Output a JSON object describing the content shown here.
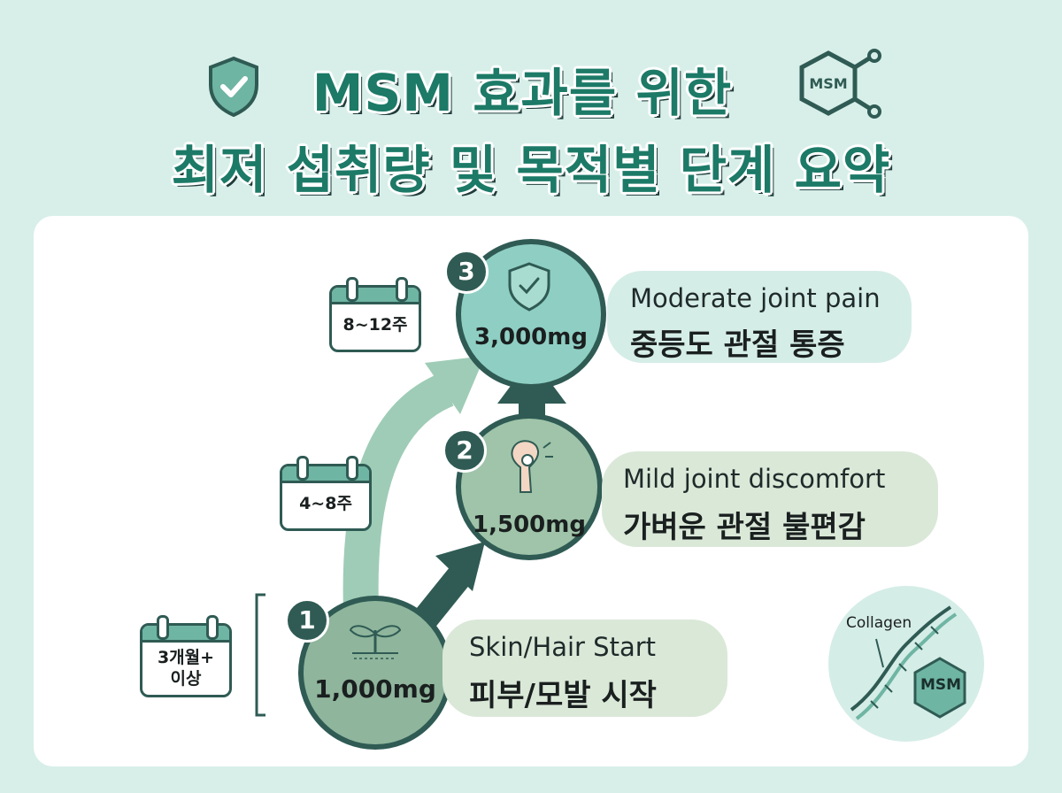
{
  "title": {
    "line1": "MSM 효과를 위한",
    "line2": "최저 섭취량 및 목적별 단계 요약",
    "badge_text": "MSM"
  },
  "steps": [
    {
      "number": "1",
      "dose": "1,000mg",
      "en": "Skin/Hair Start",
      "ko": "피부/모발 시작",
      "icon": "sprout-skin-icon"
    },
    {
      "number": "2",
      "dose": "1,500mg",
      "en": "Mild joint discomfort",
      "ko": "가벼운 관절 불편감",
      "icon": "knee-joint-icon"
    },
    {
      "number": "3",
      "dose": "3,000mg",
      "en": "Moderate joint pain",
      "ko": "중등도 관절 통증",
      "icon": "shield-check-icon"
    }
  ],
  "durations": {
    "d1_line1": "3개월+",
    "d1_line2": "이상",
    "d2": "4~8주",
    "d3": "8~12주"
  },
  "legend": {
    "collagen": "Collagen",
    "msm": "MSM"
  },
  "colors": {
    "background": "#d8efe9",
    "title": "#1c7a67",
    "dark": "#2f5b54",
    "step1": "#8fb59c",
    "step2": "#9fc4a9",
    "step3": "#8fcfc3"
  }
}
